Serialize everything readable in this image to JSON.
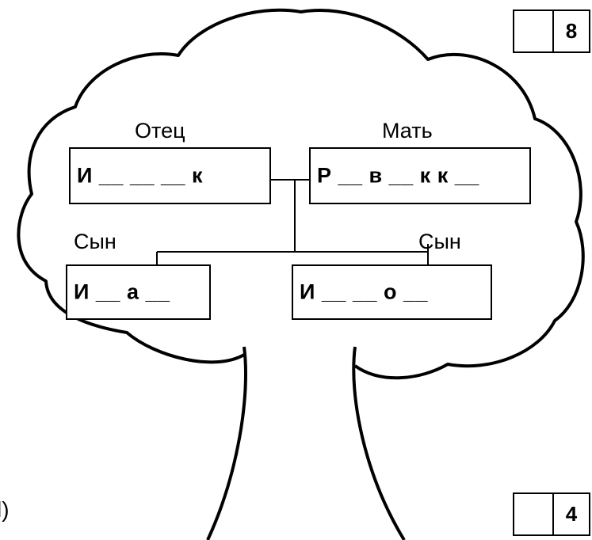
{
  "score_boxes": [
    {
      "value": "8"
    },
    {
      "value": "4"
    }
  ],
  "tree": {
    "father": {
      "role": "Отец",
      "pattern": "И __ __ __ к"
    },
    "mother": {
      "role": "Мать",
      "pattern": "Р __ в __ к к __"
    },
    "son1": {
      "role": "Сын",
      "pattern": "И __ а __"
    },
    "son2": {
      "role": "Сын",
      "pattern": "И __ __ о __"
    }
  },
  "edge_fragment": "l)"
}
